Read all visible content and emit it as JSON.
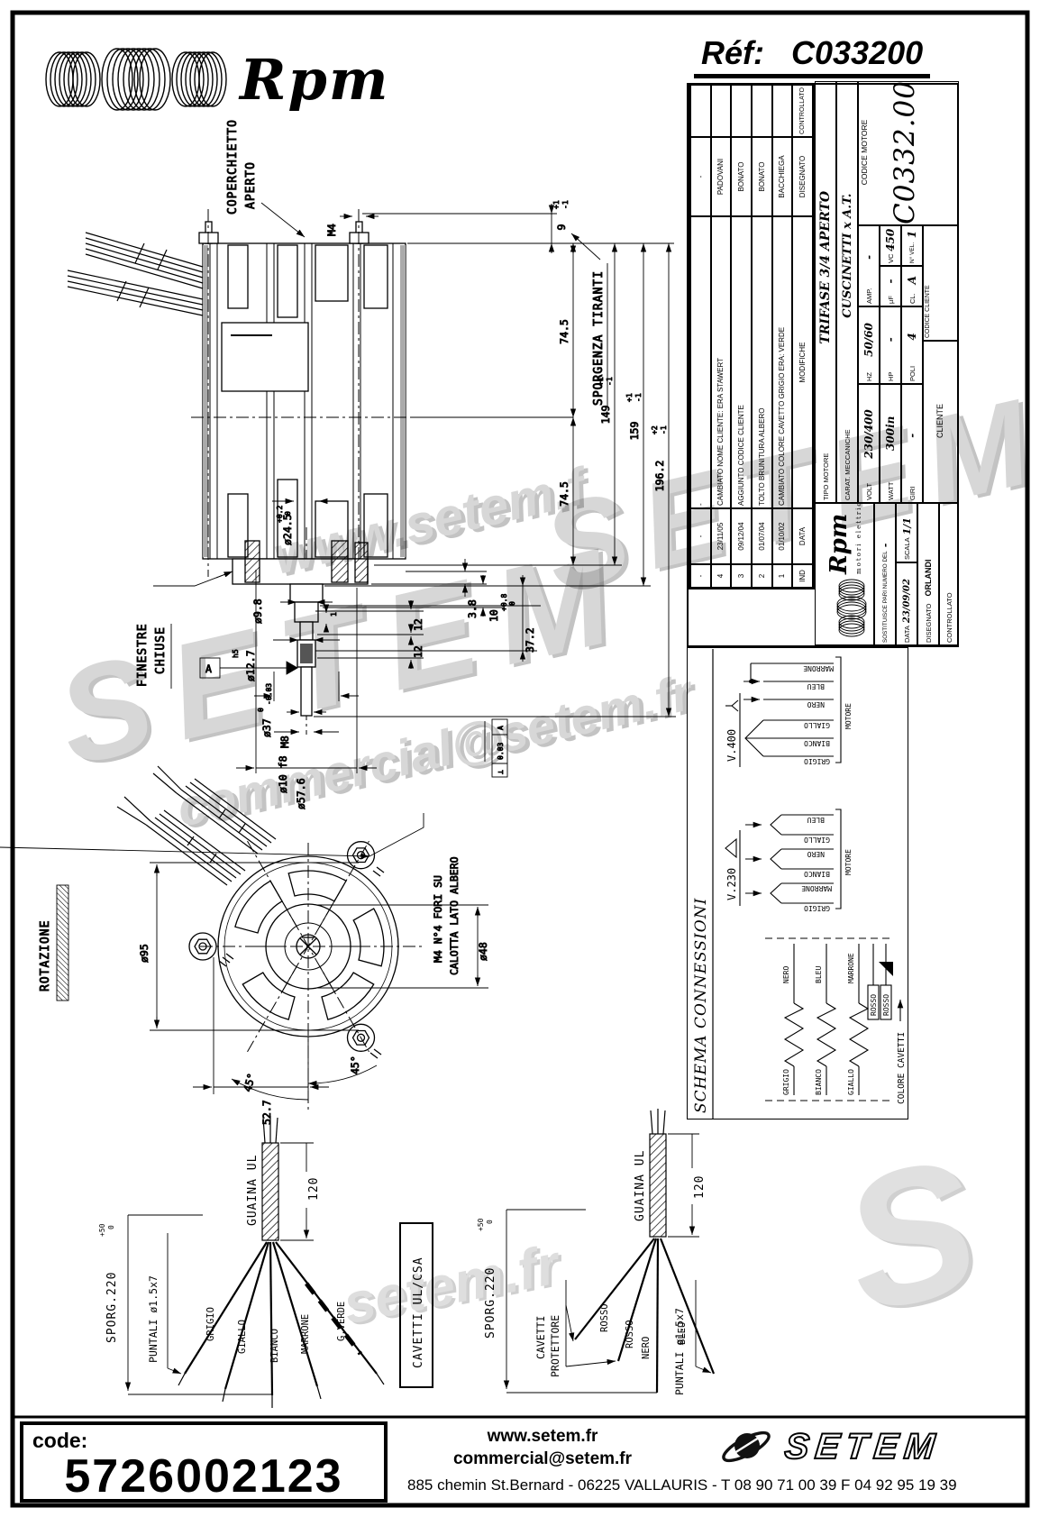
{
  "header": {
    "brand": "Rpm",
    "ref_label": "Réf:",
    "ref_value": "C033200"
  },
  "code_box": {
    "label": "code:",
    "value": "5726002123"
  },
  "footer": {
    "web": "www.setem.fr",
    "email": "commercial@setem.fr",
    "address": "885 chemin St.Bernard  -  06225 VALLAURIS  -  T 08 90 71 00 39   F 04 92 95 19 39",
    "logo": "SETEM"
  },
  "watermarks": {
    "wm1": "www.setem.f",
    "wm2": "SETEM",
    "wm3": "SETEM",
    "wm4": "commercial@setem.fr",
    "wm5": "setem.fr",
    "wm6": "S"
  },
  "side_view": {
    "coperchietto1": "COPERCHIETTO",
    "coperchietto2": "APERTO",
    "m4": "M4",
    "d9": "9",
    "d9p": "+1",
    "d9m": "-1",
    "d745a": "74.5",
    "d745b": "74.5",
    "d149": "149",
    "d149p": "+1",
    "d149m": "-1",
    "d159": "159",
    "d159p": "+1",
    "d159m": "-1",
    "d1962": "196.2",
    "d1962p": "+2",
    "d1962m": "-1",
    "sporgenza": "SPORGENZA TIRANTI",
    "d245": "ø24.5",
    "d245p": "+0.2",
    "d245m": "0",
    "finestre1": "FINESTRE",
    "finestre2": "CHIUSE",
    "d98": "ø9.8",
    "d1": "1",
    "h5": "h5",
    "d127": "ø12.7",
    "d37": "ø37",
    "d37p": "0",
    "d37m": "-0.03",
    "m8": "M8",
    "d10f8": "ø10 f8",
    "d576": "ø57.6",
    "d12a": "12",
    "d12b": "12",
    "d38": "3.8",
    "d10": "10",
    "d10p": "+0.8",
    "d10m": "0",
    "d372": "37.2",
    "datum": "A",
    "fcf_sym": "⊥",
    "fcf_tol": "0.03",
    "fcf_ref": "A"
  },
  "front_view": {
    "rotazione": "ROTAZIONE",
    "d95": "ø95",
    "d527": "52.7",
    "a45a": "45°",
    "a45b": "45°",
    "fori1": "M4 N°4 FORI SU",
    "fori2": "CALOTTA LATO ALBERO",
    "d48": "ø48"
  },
  "cables": {
    "left": {
      "sporg": "SPORG.220",
      "sporg_p": "+50",
      "sporg_m": "0",
      "puntali": "PUNTALI ø1.5x7",
      "guaina": "GUAINA UL",
      "d120": "120",
      "w1": "GRIGIO",
      "w2": "GIALLO",
      "w3": "BIANCO",
      "w4": "MARRONE",
      "w5": "G.VERDE"
    },
    "box": "CAVETTI UL/CSA",
    "right": {
      "sporg": "SPORG.220",
      "sporg_p": "+50",
      "sporg_m": "0",
      "cavetti1": "CAVETTI",
      "cavetti2": "PROTETTORE",
      "guaina": "GUAINA UL",
      "d120": "120",
      "puntali": "PUNTALI ø1.5x7",
      "w1": "ROSSO",
      "w2": "ROSSO",
      "w3": "NERO",
      "w4": "BLEU"
    }
  },
  "title_block": {
    "mod_headers": {
      "ind": "IND",
      "date": "DATA",
      "desc": "MODIFICHE",
      "name": "DISEGNATO",
      "ctrl": "CONTROLLATO"
    },
    "mod_rows": [
      {
        "ind": "-",
        "date": "-",
        "desc": "-",
        "name": "-",
        "ctrl": ""
      },
      {
        "ind": "4",
        "date": "23/11/05",
        "desc": "CAMBIATO NOME CLIENTE: ERA STAWERT",
        "name": "PADOVANI",
        "ctrl": ""
      },
      {
        "ind": "3",
        "date": "09/12/04",
        "desc": "AGGIUNTO CODICE CLIENTE",
        "name": "BONATO",
        "ctrl": ""
      },
      {
        "ind": "2",
        "date": "01/07/04",
        "desc": "TOLTO BRUNITURA ALBERO",
        "name": "BONATO",
        "ctrl": ""
      },
      {
        "ind": "1",
        "date": "01/10/02",
        "desc": "CAMBIATO COLORE CAVETTO GRIGIO ERA: VERDE",
        "name": "BACCHIEGA",
        "ctrl": ""
      }
    ],
    "logo_script": "Rpm",
    "logo_sub": "motori elettrici",
    "tipo_label": "TIPO MOTORE",
    "tipo_value": "TRIFASE 3/4 APERTO",
    "carat_label": "CARAT. MECCANICHE",
    "carat_value": "CUSCINETTI x A.T.",
    "volt_label": "VOLT",
    "volt_value": "230/400",
    "hz_label": "HZ",
    "hz_value": "50/60",
    "amp_label": "AMP.",
    "amp_value": "-",
    "watt_label": "WATT",
    "watt_value": "300in",
    "hp_label": "HP",
    "hp_value": "-",
    "uf_label": "µF",
    "uf_value": "-",
    "vc_label": "VC",
    "vc_value": "450",
    "giri_label": "GIRI",
    "giri_value": "-",
    "poli_label": "POLI",
    "poli_value": "4",
    "cl_label": "CL.",
    "cl_value": "A",
    "nvel_label": "N° VEL.",
    "nvel_value": "1",
    "sost_label": "SOSTITUISCE PARI NUMERO DEL",
    "sost_value": "-",
    "data_label": "DATA",
    "data_value": "23/09/02",
    "scala_label": "SCALA",
    "scala_value": "1/1",
    "dis_label": "DISEGNATO",
    "dis_value": "ORLANDI",
    "ctrl_label": "CONTROLLATO",
    "cliente_label": "CLIENTE",
    "cod_cliente_label": "CODICE CLIENTE",
    "cod_motore_label": "CODICE MOTORE",
    "cod_motore_value": "C0332.00"
  },
  "schema": {
    "title": "SCHEMA CONNESSIONI",
    "v230": "V.230",
    "v400": "V.400",
    "motore1": "MOTORE",
    "motore2": "MOTORE",
    "p1a": "GRIGIO",
    "p1b": "MARRONE",
    "p2a": "BIANCO",
    "p2b": "NERO",
    "p3a": "GIALLO",
    "p3b": "BLEU",
    "s1": "GRIGIO",
    "s2": "BIANCO",
    "s3": "GIALLO",
    "s4": "NERO",
    "s5": "BLEU",
    "s6": "MARRONE",
    "colore": "COLORE CAVETTI",
    "wl1": "GRIGIO",
    "wl2": "BIANCO",
    "wl3": "GIALLO",
    "wr1": "NERO",
    "wr2": "BLEU",
    "wr3": "MARRONE",
    "rosso1": "ROSSO",
    "rosso2": "ROSSO"
  }
}
